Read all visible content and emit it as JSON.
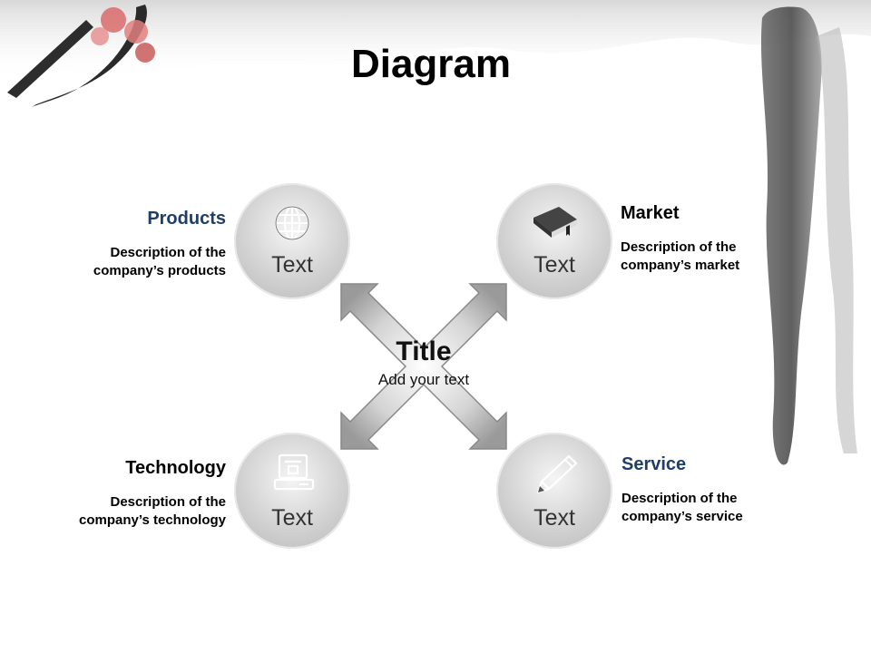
{
  "slide": {
    "title": "Diagram"
  },
  "center": {
    "title": "Title",
    "subtitle": "Add your text"
  },
  "nodes": [
    {
      "key": "products",
      "heading": "Products",
      "description_lines": [
        "Description of the",
        "company’s products"
      ],
      "node_text": "Text",
      "icon": "globe-icon",
      "heading_color": "#1f3e68"
    },
    {
      "key": "market",
      "heading": "Market",
      "description_lines": [
        "Description of the",
        "company’s market"
      ],
      "node_text": "Text",
      "icon": "book-icon",
      "heading_color": "#000000"
    },
    {
      "key": "technology",
      "heading": "Technology",
      "description_lines": [
        "Description of the",
        "company’s technology"
      ],
      "node_text": "Text",
      "icon": "computer-icon",
      "heading_color": "#000000"
    },
    {
      "key": "service",
      "heading": "Service",
      "description_lines": [
        "Description of the",
        "company’s service"
      ],
      "node_text": "Text",
      "icon": "pencil-icon",
      "heading_color": "#1f3e68"
    }
  ],
  "colors": {
    "accent_heading": "#1f3e68",
    "node_fill": "#cfcfcf",
    "arrow_fill": "#a9a9a9"
  }
}
